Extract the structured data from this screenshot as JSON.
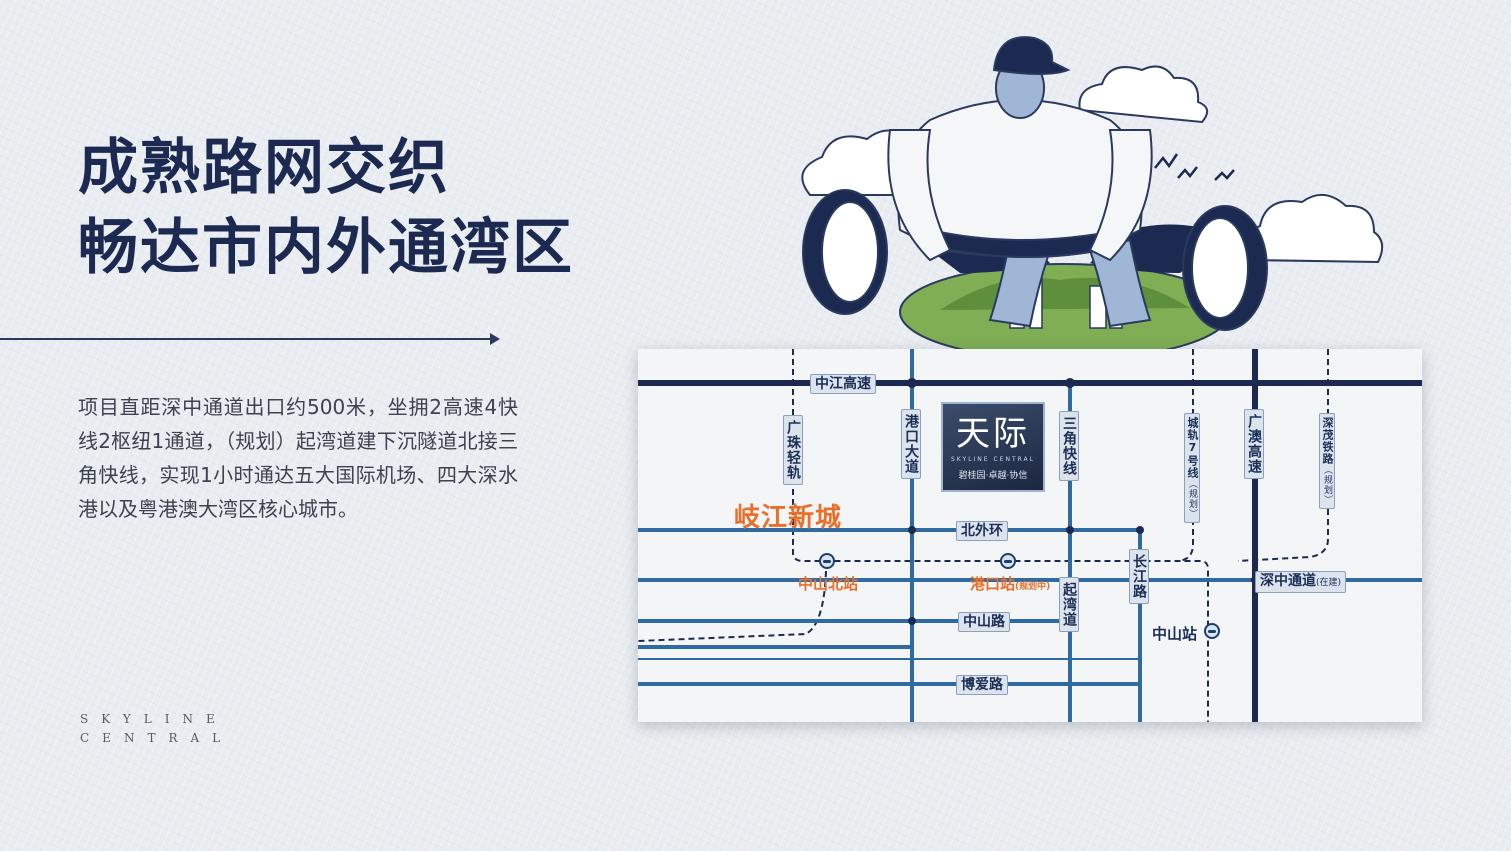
{
  "headline": {
    "line1": "成熟路网交织",
    "line2": "畅达市内外通湾区"
  },
  "body": "项目直距深中通道出口约500米，坐拥2高速4快线2枢纽1通道，（规划）起湾道建下沉隧道北接三角快线，实现1小时通达五大国际机场、四大深水港以及粤港澳大湾区核心城市。",
  "brand": {
    "line1": "SKYLINE",
    "line2": "CENTRAL"
  },
  "map": {
    "district": "岐江新城",
    "logo": {
      "cn": "天际",
      "en": "SKYLINE CENTRAL",
      "developers": "碧桂园·卓越·协信"
    },
    "roads": {
      "zhongjiang": "中江高速",
      "guangzhu": "广珠轻轨",
      "gangkou": "港口大道",
      "sanjiao": "三角快线",
      "chengui": "城轨7号线",
      "chengui_note": "（规划）",
      "guangao": "广澳高速",
      "shenmao": "深茂铁路",
      "shenmao_note": "（规划）",
      "beiwaihuan": "北外环",
      "changjiang": "长江路",
      "shenzhong": "深中通道",
      "shenzhong_note": "(在建)",
      "qiwan": "起湾道",
      "zhongshan_rd": "中山路",
      "boai": "博爱路"
    },
    "stations": {
      "zhongshan_north": "中山北站",
      "gangkou": "港口站",
      "gangkou_note": "(规划中)",
      "zhongshan": "中山站"
    }
  },
  "colors": {
    "navy": "#1c2a52",
    "road_blue": "#2f6aa3",
    "orange": "#e8702a"
  }
}
